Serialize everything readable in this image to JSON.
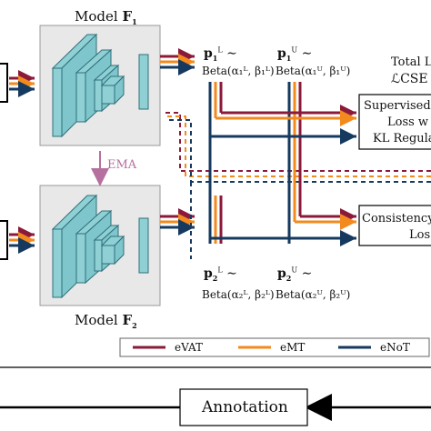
{
  "models": {
    "top": {
      "prefix": "Model ",
      "bold": "F",
      "sub": "1"
    },
    "bottom": {
      "prefix": "Model ",
      "bold": "F",
      "sub": "2"
    }
  },
  "ema_label": "EMA",
  "distributions": {
    "p1L": {
      "head": "p",
      "sub": "1",
      "sup": "L",
      "tilde": "∼",
      "beta": "Beta(α₁ᴸ, β₁ᴸ)"
    },
    "p1U": {
      "head": "p",
      "sub": "1",
      "sup": "U",
      "tilde": "∼",
      "beta": "Beta(α₁ᵁ, β₁ᵁ)"
    },
    "p2L": {
      "head": "p",
      "sub": "2",
      "sup": "L",
      "tilde": "∼",
      "beta": "Beta(α₂ᴸ, β₂ᴸ)"
    },
    "p2U": {
      "head": "p",
      "sub": "2",
      "sup": "U",
      "tilde": "∼",
      "beta": "Beta(α₂ᵁ, β₂ᵁ)"
    }
  },
  "total_loss": {
    "line1": "Total L",
    "line2": "ℒCSE"
  },
  "supervised_box": {
    "line1": "Supervised E",
    "line2": "Loss w",
    "line3": "KL Regula"
  },
  "consistency_box": {
    "line1": "Consistency I",
    "line2": "Los"
  },
  "legend": [
    {
      "label": "eVAT",
      "color": "#8b1a3a"
    },
    {
      "label": "eMT",
      "color": "#f28a1e"
    },
    {
      "label": "eNoT",
      "color": "#163a5f"
    }
  ],
  "annotation_label": "Annotation",
  "colors": {
    "block_fill": "#8fd0d4",
    "block_stroke": "#2f6f7a",
    "ema": "#b5709f"
  }
}
